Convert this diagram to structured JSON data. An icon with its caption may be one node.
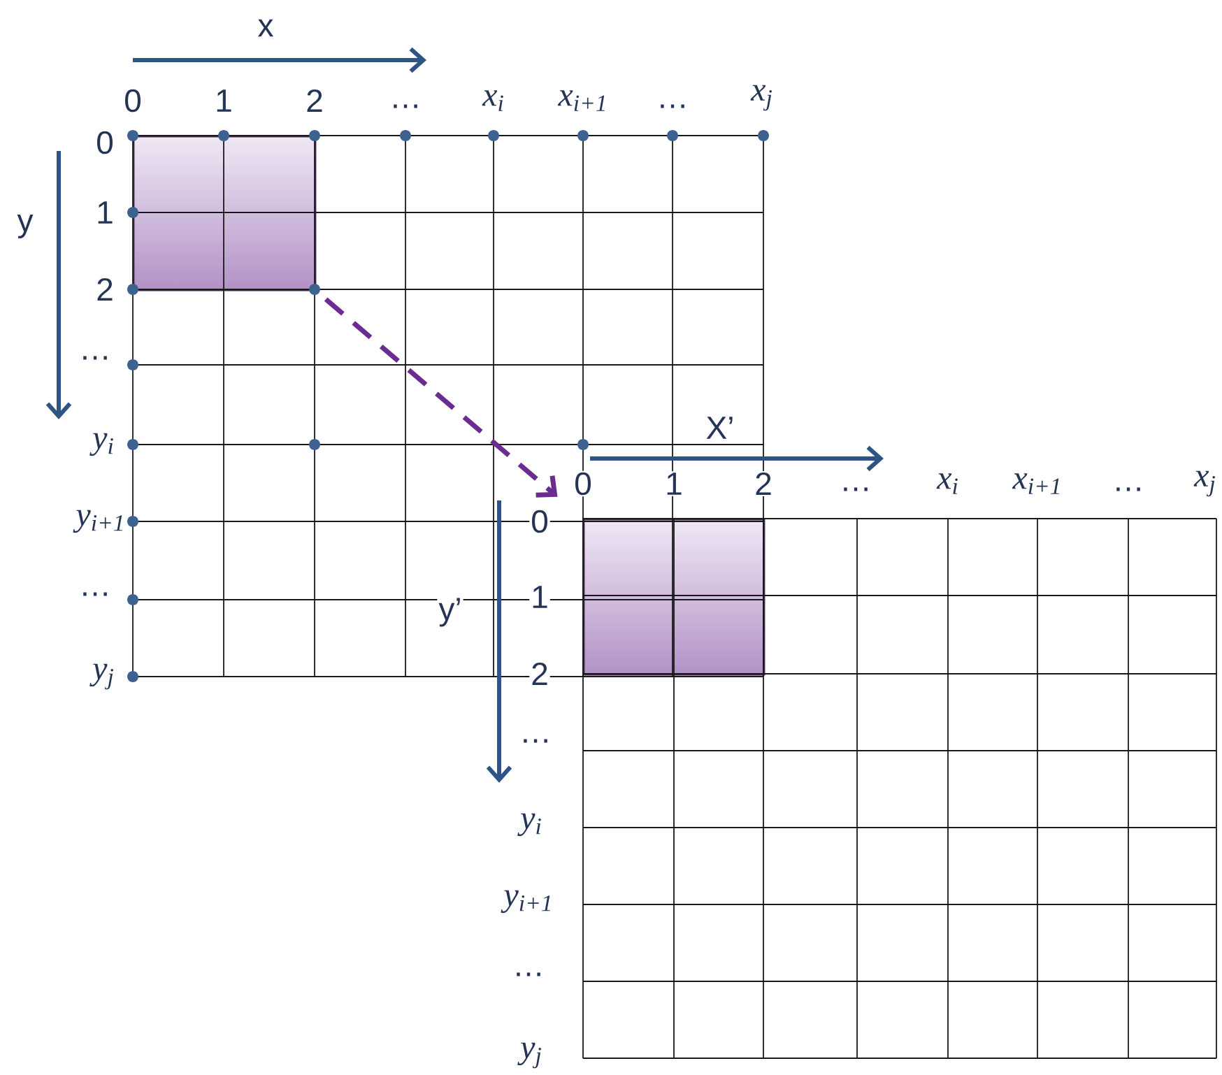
{
  "diagram": {
    "nodes": [
      {
        "text": [],
        "shape": "box"
      },
      {
        "text": [],
        "shape": "box"
      }
    ],
    "edges": [
      {
        "from": 0,
        "to": 1,
        "arrow": "to",
        "style": "dashed",
        "color": "#6a2c91"
      }
    ],
    "labels": [
      "x",
      "0",
      "1",
      "2",
      "…",
      "x$_{i}$",
      "x$_{i+1}$",
      "…",
      "x$_{j}$",
      "y",
      "0",
      "1",
      "2",
      "…",
      "y$_{i}$",
      "y$_{i+1}$",
      "…",
      "y$_{j}$",
      "X’",
      "0",
      "1",
      "2",
      "…",
      "x$_{i}$",
      "x$_{i+1}$",
      "…",
      "x$_{j}$",
      "y’",
      "0",
      "1",
      "2",
      "…",
      "y$_{i}$",
      "y$_{i+1}$",
      "…",
      "y$_{j}$"
    ]
  }
}
